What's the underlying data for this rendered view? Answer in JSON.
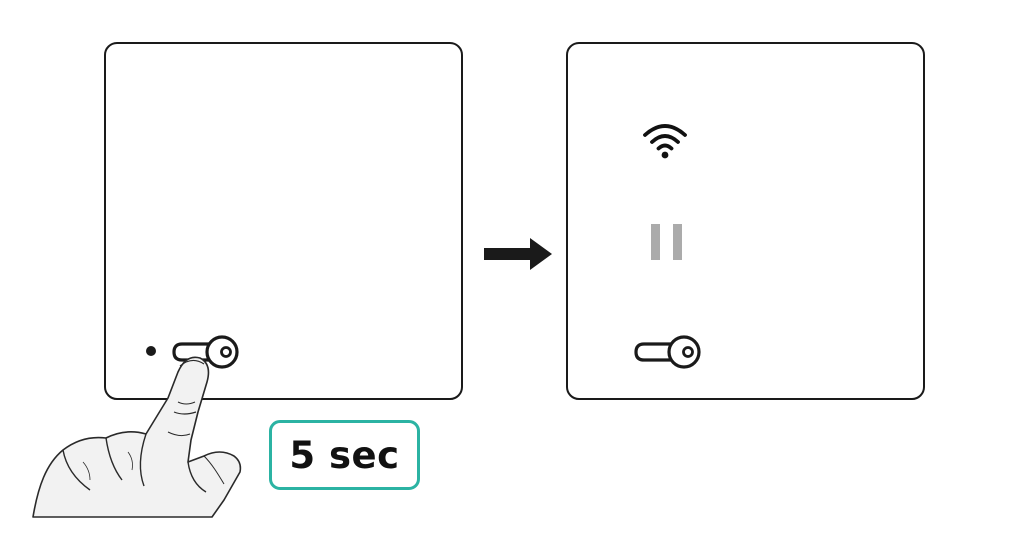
{
  "duration_badge": {
    "label": "5 sec",
    "border_color": "#2bb3a3"
  },
  "panels": [
    {
      "id": "before",
      "icons": [
        "indicator-dot-icon",
        "key-icon"
      ]
    },
    {
      "id": "after",
      "icons": [
        "wifi-icon",
        "pause-icon",
        "key-icon"
      ],
      "pause_color": "#ababab"
    }
  ],
  "transition_arrow": {
    "icon": "arrow-right-icon",
    "color": "#1a1a1a"
  },
  "gesture": {
    "icon": "pressing-finger-icon",
    "target": "key-icon"
  }
}
